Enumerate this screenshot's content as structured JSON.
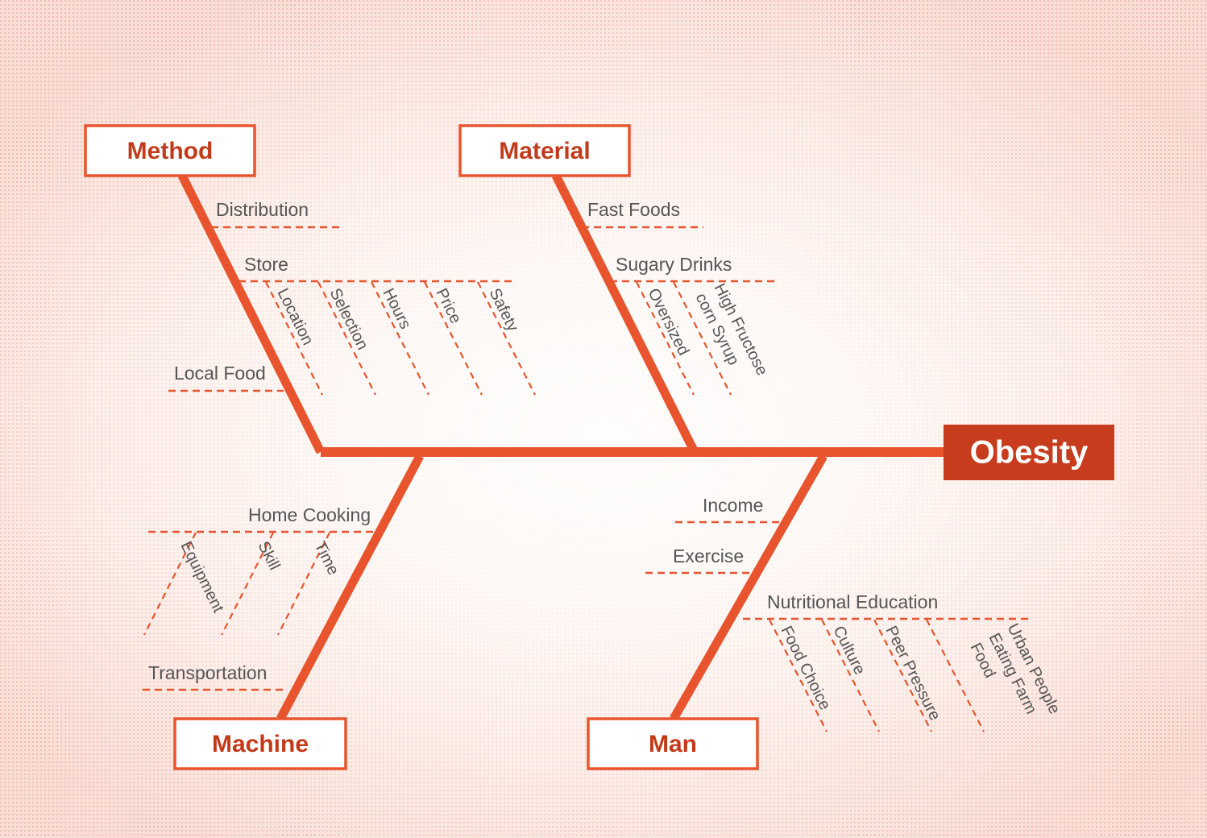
{
  "diagram": {
    "type": "fishbone-ishikawa",
    "head": {
      "label": "Obesity"
    },
    "colors": {
      "spine": "#e8542d",
      "head_box_fill": "#c63c1c",
      "head_text": "#ffffff",
      "category_text": "#c33a1b",
      "category_box_fill": "#ffffff",
      "category_box_border": "#e8542d",
      "cause_text": "#555555",
      "dash_line": "#e8542d",
      "background": "#fdf1ed"
    },
    "categories": [
      {
        "id": "method",
        "label": "Method",
        "position": "top-left",
        "causes": [
          {
            "label": "Distribution",
            "subcauses": []
          },
          {
            "label": "Store",
            "subcauses": [
              {
                "lines": [
                  "Location"
                ]
              },
              {
                "lines": [
                  "Selection"
                ]
              },
              {
                "lines": [
                  "Hours"
                ]
              },
              {
                "lines": [
                  "Price"
                ]
              },
              {
                "lines": [
                  "Safety"
                ]
              }
            ]
          },
          {
            "label": "Local Food",
            "subcauses": []
          }
        ]
      },
      {
        "id": "material",
        "label": "Material",
        "position": "top-right",
        "causes": [
          {
            "label": "Fast Foods",
            "subcauses": []
          },
          {
            "label": "Sugary Drinks",
            "subcauses": [
              {
                "lines": [
                  "Oversized"
                ]
              },
              {
                "lines": [
                  "High Fructose",
                  "corn Syrup"
                ]
              }
            ]
          }
        ]
      },
      {
        "id": "machine",
        "label": "Machine",
        "position": "bottom-left",
        "causes": [
          {
            "label": "Home Cooking",
            "subcauses": [
              {
                "lines": [
                  "Equipment"
                ]
              },
              {
                "lines": [
                  "Skill"
                ]
              },
              {
                "lines": [
                  "Time"
                ]
              }
            ]
          },
          {
            "label": "Transportation",
            "subcauses": []
          }
        ]
      },
      {
        "id": "man",
        "label": "Man",
        "position": "bottom-right",
        "causes": [
          {
            "label": "Income",
            "subcauses": []
          },
          {
            "label": "Exercise",
            "subcauses": []
          },
          {
            "label": "Nutritional Education",
            "subcauses": [
              {
                "lines": [
                  "Food Choice"
                ]
              },
              {
                "lines": [
                  "Culture"
                ]
              },
              {
                "lines": [
                  "Peer Pressure"
                ]
              },
              {
                "lines": [
                  "Urban People",
                  "Eating Farm",
                  "Food"
                ]
              }
            ]
          }
        ]
      }
    ]
  }
}
